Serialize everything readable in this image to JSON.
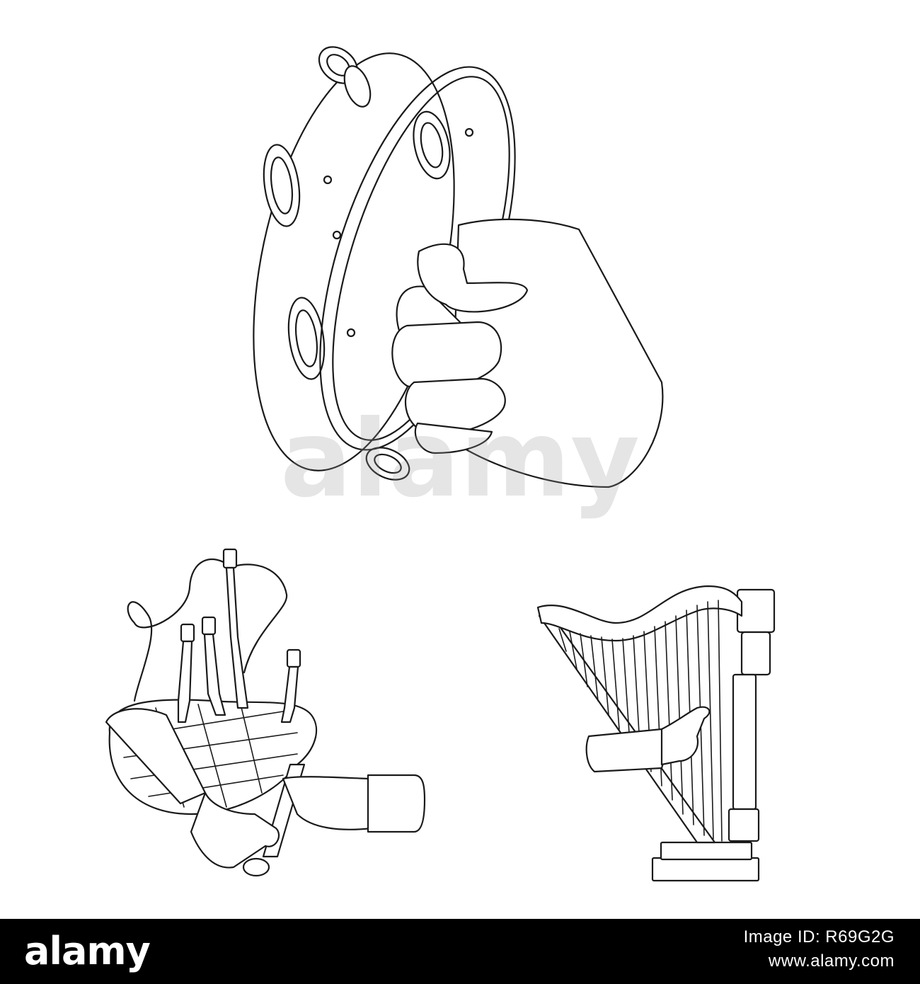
{
  "footer": {
    "logo_text": "alamy",
    "image_id_label": "Image ID: R69G2G",
    "website": "www.alamy.com"
  },
  "watermark": {
    "text": "alamy"
  },
  "colors": {
    "background": "#ffffff",
    "footer": "#000000",
    "line": "#1a1a1a"
  },
  "illustrations": [
    {
      "name": "tambourine-in-hand-icon"
    },
    {
      "name": "bagpipes-icon"
    },
    {
      "name": "harp-icon"
    }
  ]
}
